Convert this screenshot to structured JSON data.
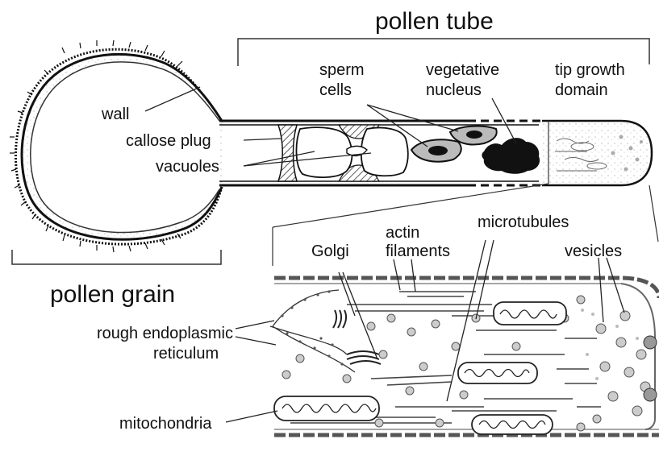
{
  "labels": {
    "pollen_tube": "pollen tube",
    "pollen_grain": "pollen grain",
    "wall": "wall",
    "callose_plug": "callose plug",
    "vacuoles": "vacuoles",
    "sperm": "sperm",
    "cells": "cells",
    "vegetative": "vegetative",
    "nucleus": "nucleus",
    "tip_growth": "tip growth",
    "domain": "domain",
    "actin": "actin",
    "filaments": "filaments",
    "microtubules": "microtubules",
    "golgi": "Golgi",
    "vesicles": "vesicles",
    "rough_endoplasmic": "rough endoplasmic",
    "reticulum": "reticulum",
    "mitochondria": "mitochondria"
  }
}
